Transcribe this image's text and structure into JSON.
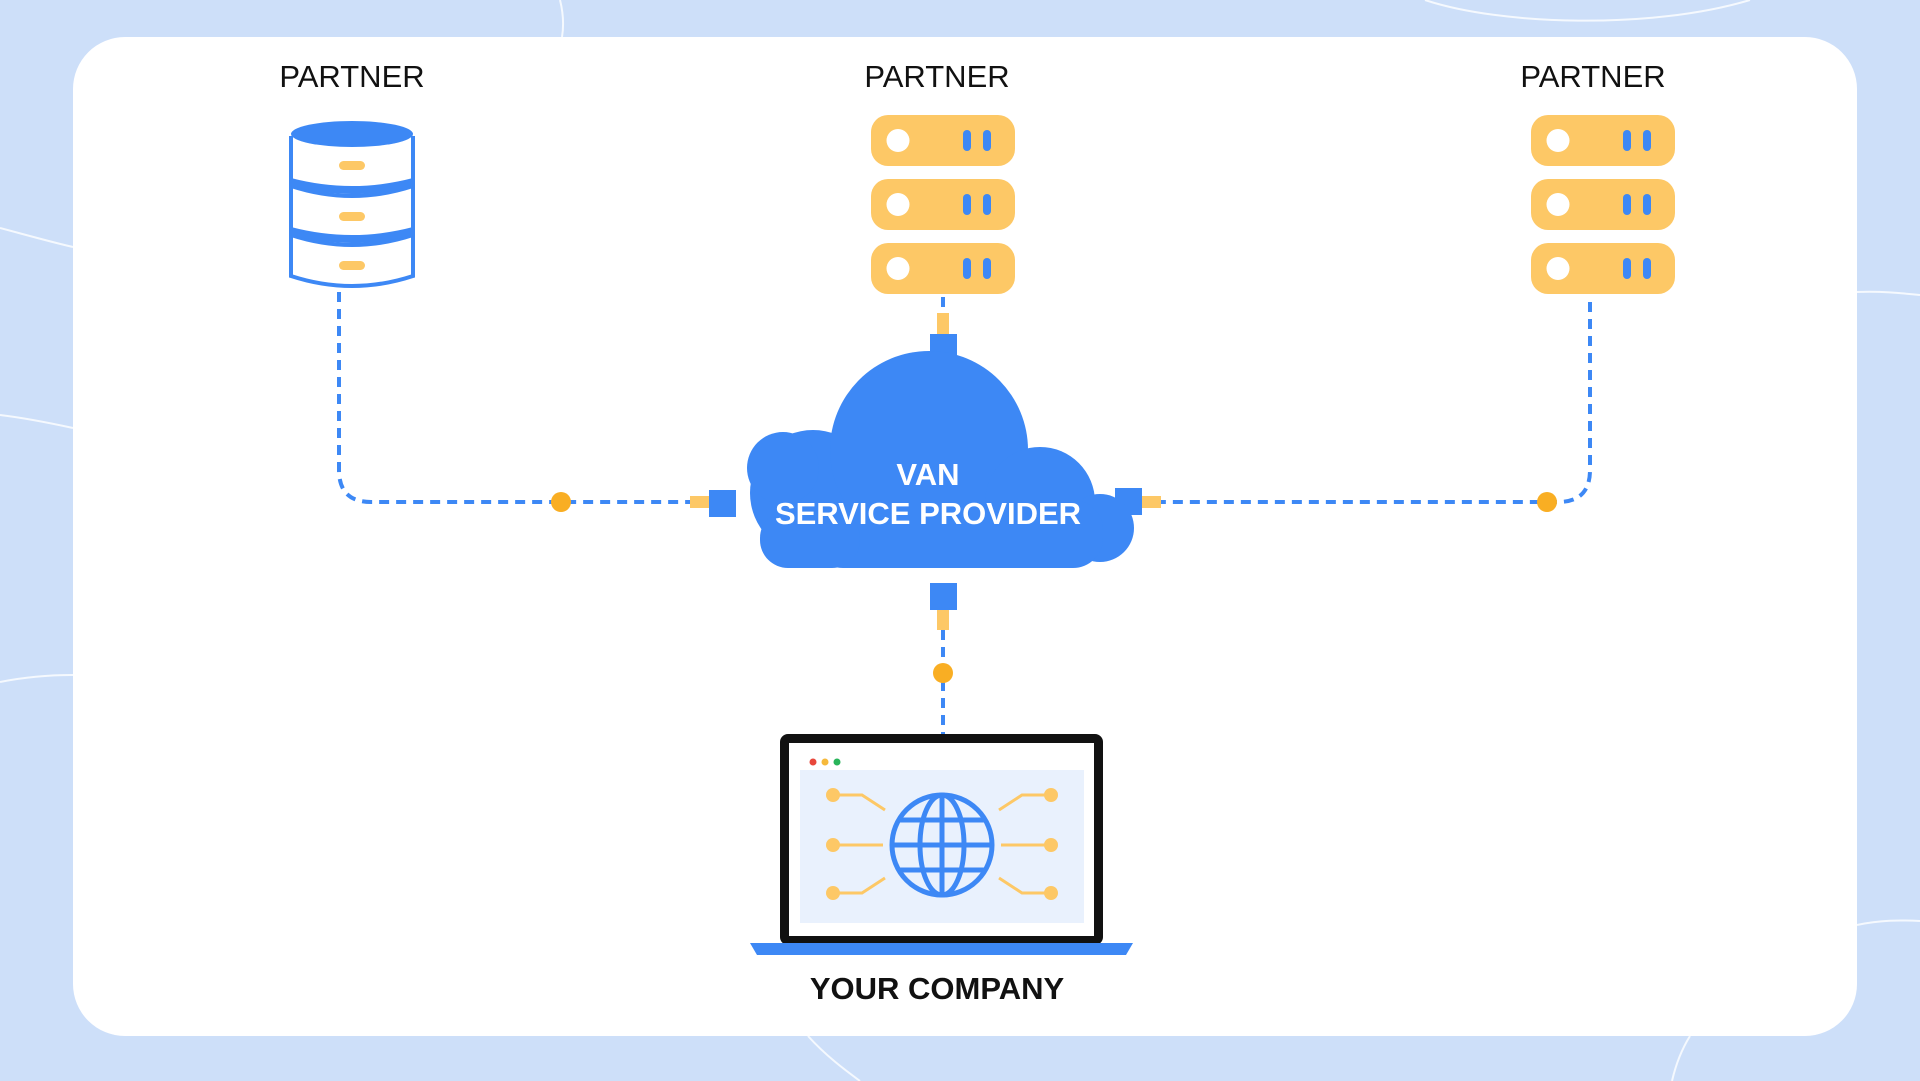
{
  "colors": {
    "background": "#cddff9",
    "card": "#ffffff",
    "primary_blue": "#3d88f5",
    "accent_yellow": "#fdc866",
    "node_orange": "#f9ae23",
    "text_dark": "#111111"
  },
  "partners": [
    {
      "label": "PARTNER",
      "icon": "database-icon"
    },
    {
      "label": "PARTNER",
      "icon": "server-rack-icon"
    },
    {
      "label": "PARTNER",
      "icon": "server-rack-icon"
    }
  ],
  "hub": {
    "line1": "VAN",
    "line2": "SERVICE PROVIDER",
    "icon": "cloud-icon"
  },
  "company": {
    "label": "YOUR COMPANY",
    "icon": "laptop-globe-icon"
  }
}
